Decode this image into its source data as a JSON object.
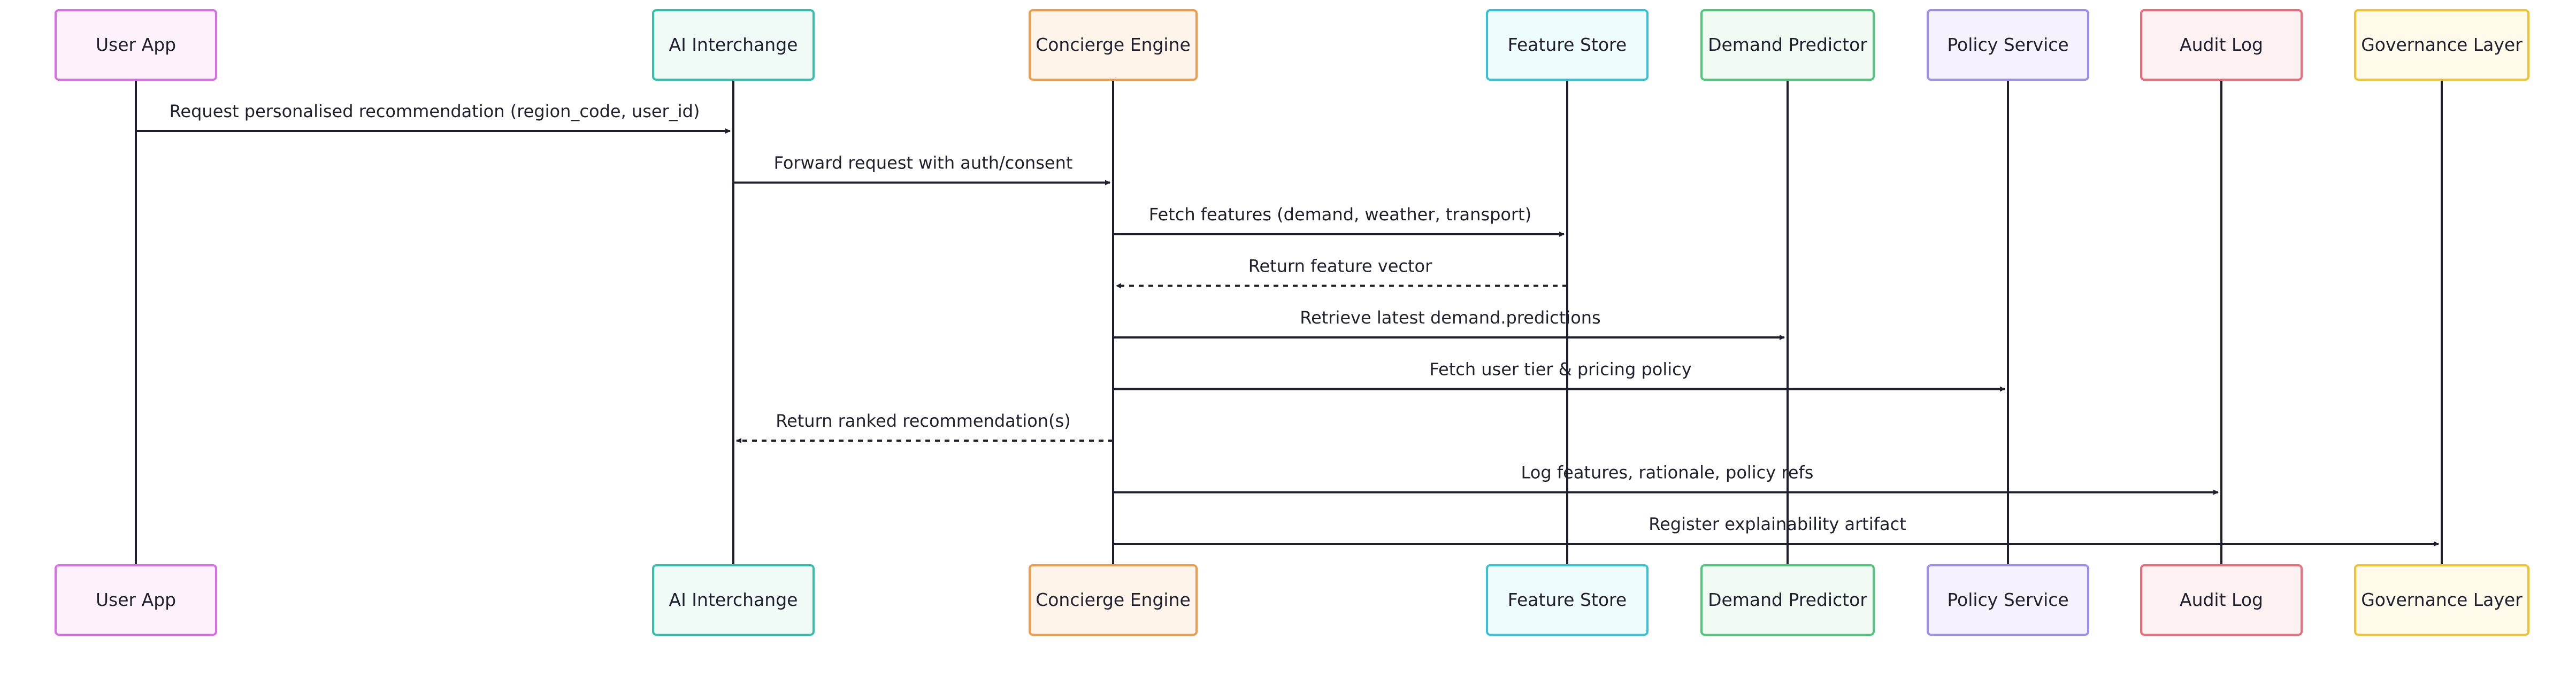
{
  "diagram": {
    "type": "sequence",
    "participants": [
      {
        "id": "user_app",
        "label": "User App",
        "border": "#d96ee6",
        "fill": "#fdf2fc"
      },
      {
        "id": "ai_interchange",
        "label": "AI Interchange",
        "border": "#33c0ab",
        "fill": "#f0fbf8"
      },
      {
        "id": "concierge_engine",
        "label": "Concierge Engine",
        "border": "#f29a4a",
        "fill": "#fff4ea"
      },
      {
        "id": "feature_store",
        "label": "Feature Store",
        "border": "#35c3d8",
        "fill": "#effcfd"
      },
      {
        "id": "demand_predictor",
        "label": "Demand Predictor",
        "border": "#4ec77a",
        "fill": "#f1fbf3"
      },
      {
        "id": "policy_service",
        "label": "Policy Service",
        "border": "#9f8ef2",
        "fill": "#f5f2fe"
      },
      {
        "id": "audit_log",
        "label": "Audit Log",
        "border": "#ee6b78",
        "fill": "#fef1f2"
      },
      {
        "id": "governance_layer",
        "label": "Governance Layer",
        "border": "#f2c230",
        "fill": "#fffaea"
      }
    ],
    "messages": [
      {
        "from": "user_app",
        "to": "ai_interchange",
        "label": "Request personalised recommendation (region_code, user_id)",
        "style": "solid"
      },
      {
        "from": "ai_interchange",
        "to": "concierge_engine",
        "label": "Forward request with auth/consent",
        "style": "solid"
      },
      {
        "from": "concierge_engine",
        "to": "feature_store",
        "label": "Fetch features (demand, weather, transport)",
        "style": "solid"
      },
      {
        "from": "feature_store",
        "to": "concierge_engine",
        "label": "Return feature vector",
        "style": "dashed"
      },
      {
        "from": "concierge_engine",
        "to": "demand_predictor",
        "label": "Retrieve latest demand.predictions",
        "style": "solid"
      },
      {
        "from": "concierge_engine",
        "to": "policy_service",
        "label": "Fetch user tier & pricing policy",
        "style": "solid"
      },
      {
        "from": "concierge_engine",
        "to": "ai_interchange",
        "label": "Return ranked recommendation(s)",
        "style": "dashed"
      },
      {
        "from": "concierge_engine",
        "to": "audit_log",
        "label": "Log features, rationale, policy refs",
        "style": "solid"
      },
      {
        "from": "concierge_engine",
        "to": "governance_layer",
        "label": "Register explainability artifact",
        "style": "solid"
      }
    ]
  }
}
